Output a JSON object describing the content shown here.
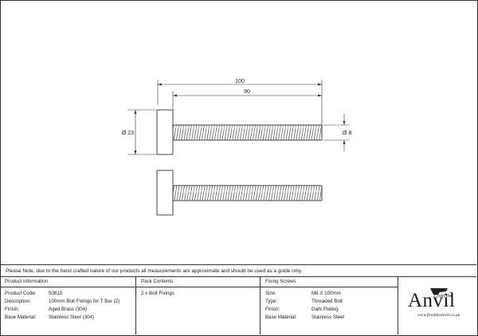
{
  "dimensions": {
    "overall_length": "100",
    "thread_length": "90",
    "head_diameter": "Ø 23",
    "thread_diameter": "Ø 8"
  },
  "note": "Please Note, due to the hand crafted nature of our products all measurements are approximate and should be used as a guide only.",
  "product_info": {
    "heading": "Product Information",
    "rows": [
      {
        "label": "Product Code:",
        "value": "50815"
      },
      {
        "label": "Description:",
        "value": "100mm Bolt Fixings for T Bar (2)"
      },
      {
        "label": "Finish:",
        "value": "Aged Brass (304)"
      },
      {
        "label": "Base Material:",
        "value": "Stainless Steel (304)"
      }
    ]
  },
  "pack_contents": {
    "heading": "Pack Contents",
    "items": [
      "2 x Bolt Fixings"
    ]
  },
  "fixing_screws": {
    "heading": "Fixing Screws",
    "rows": [
      {
        "label": "Size:",
        "value": "M8 X 100mm"
      },
      {
        "label": "Type:",
        "value": "Threaded Bolt"
      },
      {
        "label": "Finish:",
        "value": "Dark Plating"
      },
      {
        "label": "Base Material:",
        "value": "Stainless Steel"
      }
    ]
  },
  "logo": {
    "from_text": "From the",
    "brand": "Anvil",
    "url": "www.fromtheanvil.co.uk"
  }
}
